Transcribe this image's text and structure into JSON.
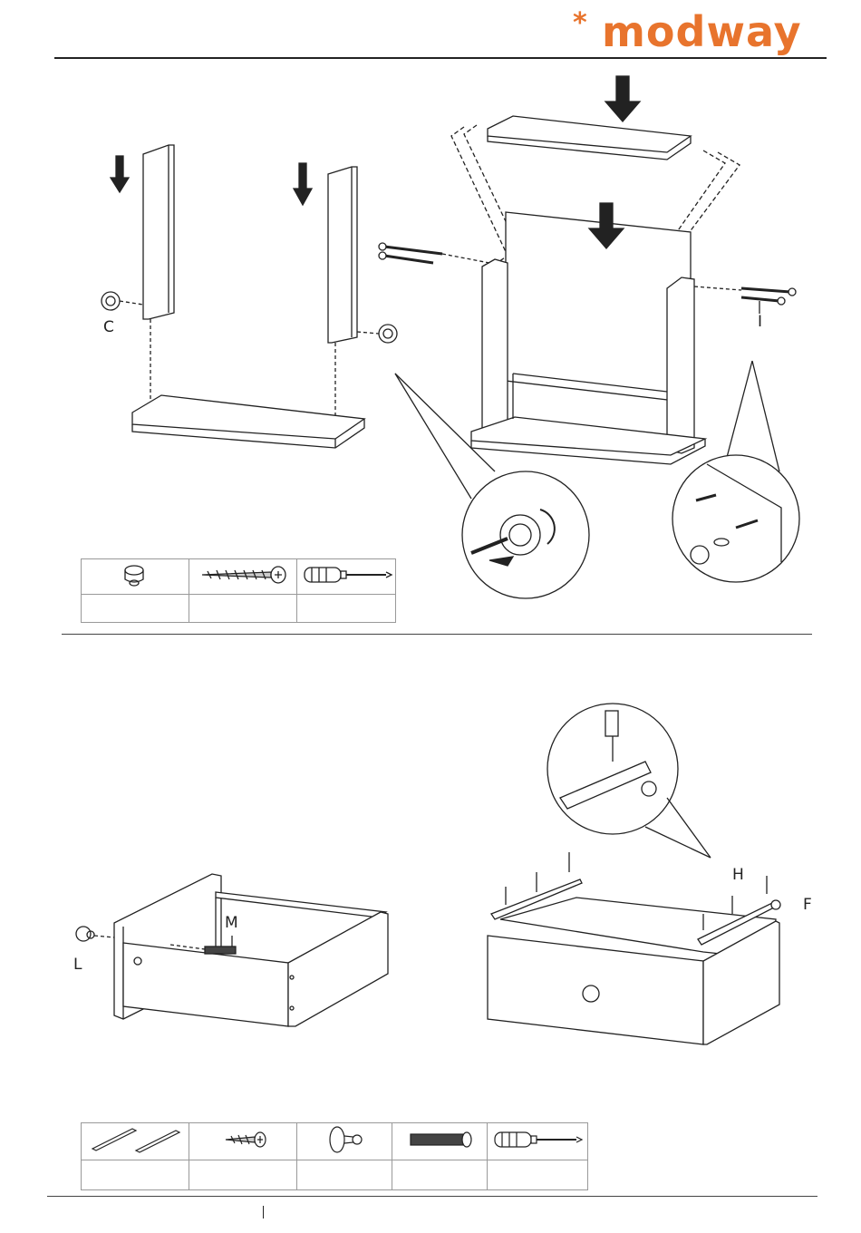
{
  "brand": {
    "logo_star": "*",
    "logo_text": "modway",
    "accent_color": "#e8742d"
  },
  "step1": {
    "labels": {
      "cam_lock": "C",
      "dowel_screw": "I"
    },
    "parts_table": {
      "icons": [
        "cam-lock-icon",
        "wood-screw-icon",
        "phillips-screwdriver-icon"
      ],
      "quantities": [
        "",
        "",
        ""
      ]
    }
  },
  "step2": {
    "labels": {
      "knob": "L",
      "bolt": "M",
      "screw": "H",
      "slide": "F"
    },
    "parts_table": {
      "icons": [
        "drawer-slide-icon",
        "pan-head-screw-icon",
        "drawer-knob-icon",
        "knob-bolt-icon",
        "phillips-screwdriver-icon"
      ],
      "quantities": [
        "",
        "",
        "",
        "",
        ""
      ]
    }
  }
}
